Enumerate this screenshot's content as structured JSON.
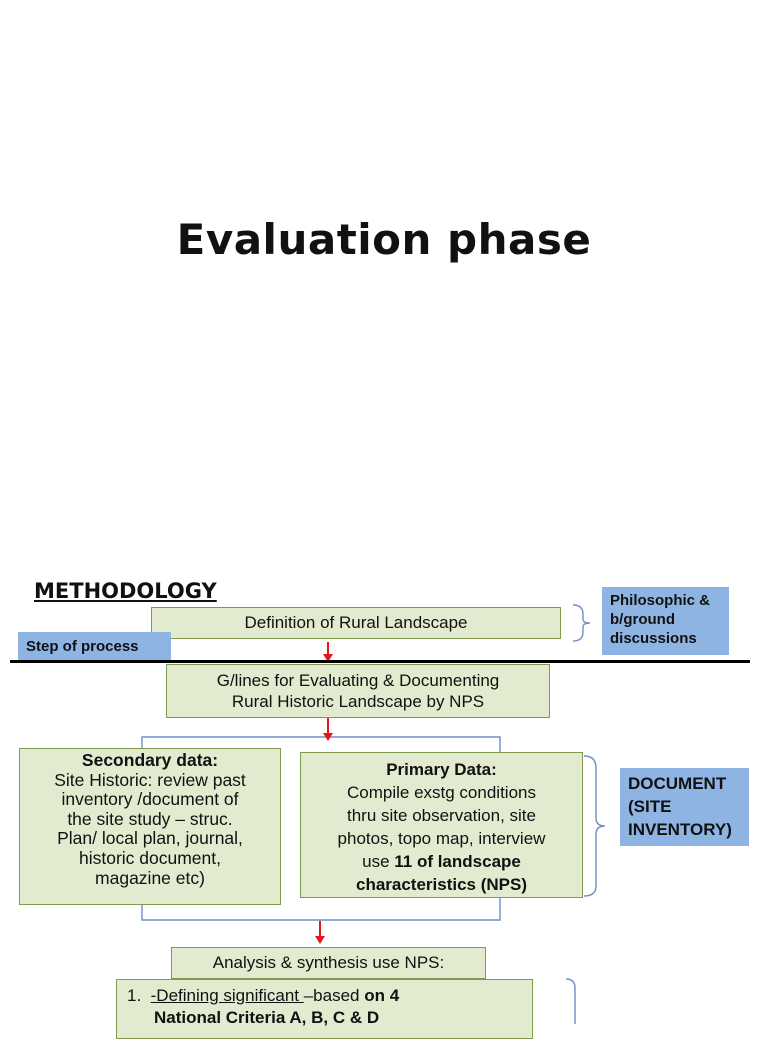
{
  "title": "Evaluation phase",
  "methodology": "METHODOLOGY",
  "definition_box": "Definition  of Rural Landscape",
  "step_label": "Step of process",
  "philosophic_label": "Philosophic & b/ground discussions",
  "guidelines_box": {
    "line1": "G/lines  for Evaluating & Documenting",
    "line2": "Rural Historic Landscape by NPS"
  },
  "secondary": {
    "heading": "Secondary data:",
    "line1": "Site Historic: review past",
    "line2": "inventory /document of",
    "line3": "the site study – struc.",
    "line4": "Plan/ local plan, journal,",
    "line5": "historic document,",
    "line6": "magazine etc)"
  },
  "primary": {
    "heading": "Primary Data:",
    "line1": "Compile exstg conditions",
    "line2": "thru site observation, site",
    "line3": "photos, topo map, interview",
    "line4_prefix": "use ",
    "line4_bold": "11 of landscape",
    "line5": "characteristics (NPS)"
  },
  "document_label": "DOCUMENT (SITE INVENTORY)",
  "analysis_box": "Analysis & synthesis use NPS:",
  "list_item": {
    "number": "1.",
    "underlined": "-Defining significant ",
    "normal": "–based ",
    "bold": "on 4",
    "line2": "National Criteria A, B, C & D"
  },
  "colors": {
    "green_fill": "#e2ebcf",
    "green_border": "#7f9b50",
    "blue_label": "#8eb4e3",
    "connector_blue": "#6f8fc8",
    "arrow_red": "#e8141b"
  }
}
